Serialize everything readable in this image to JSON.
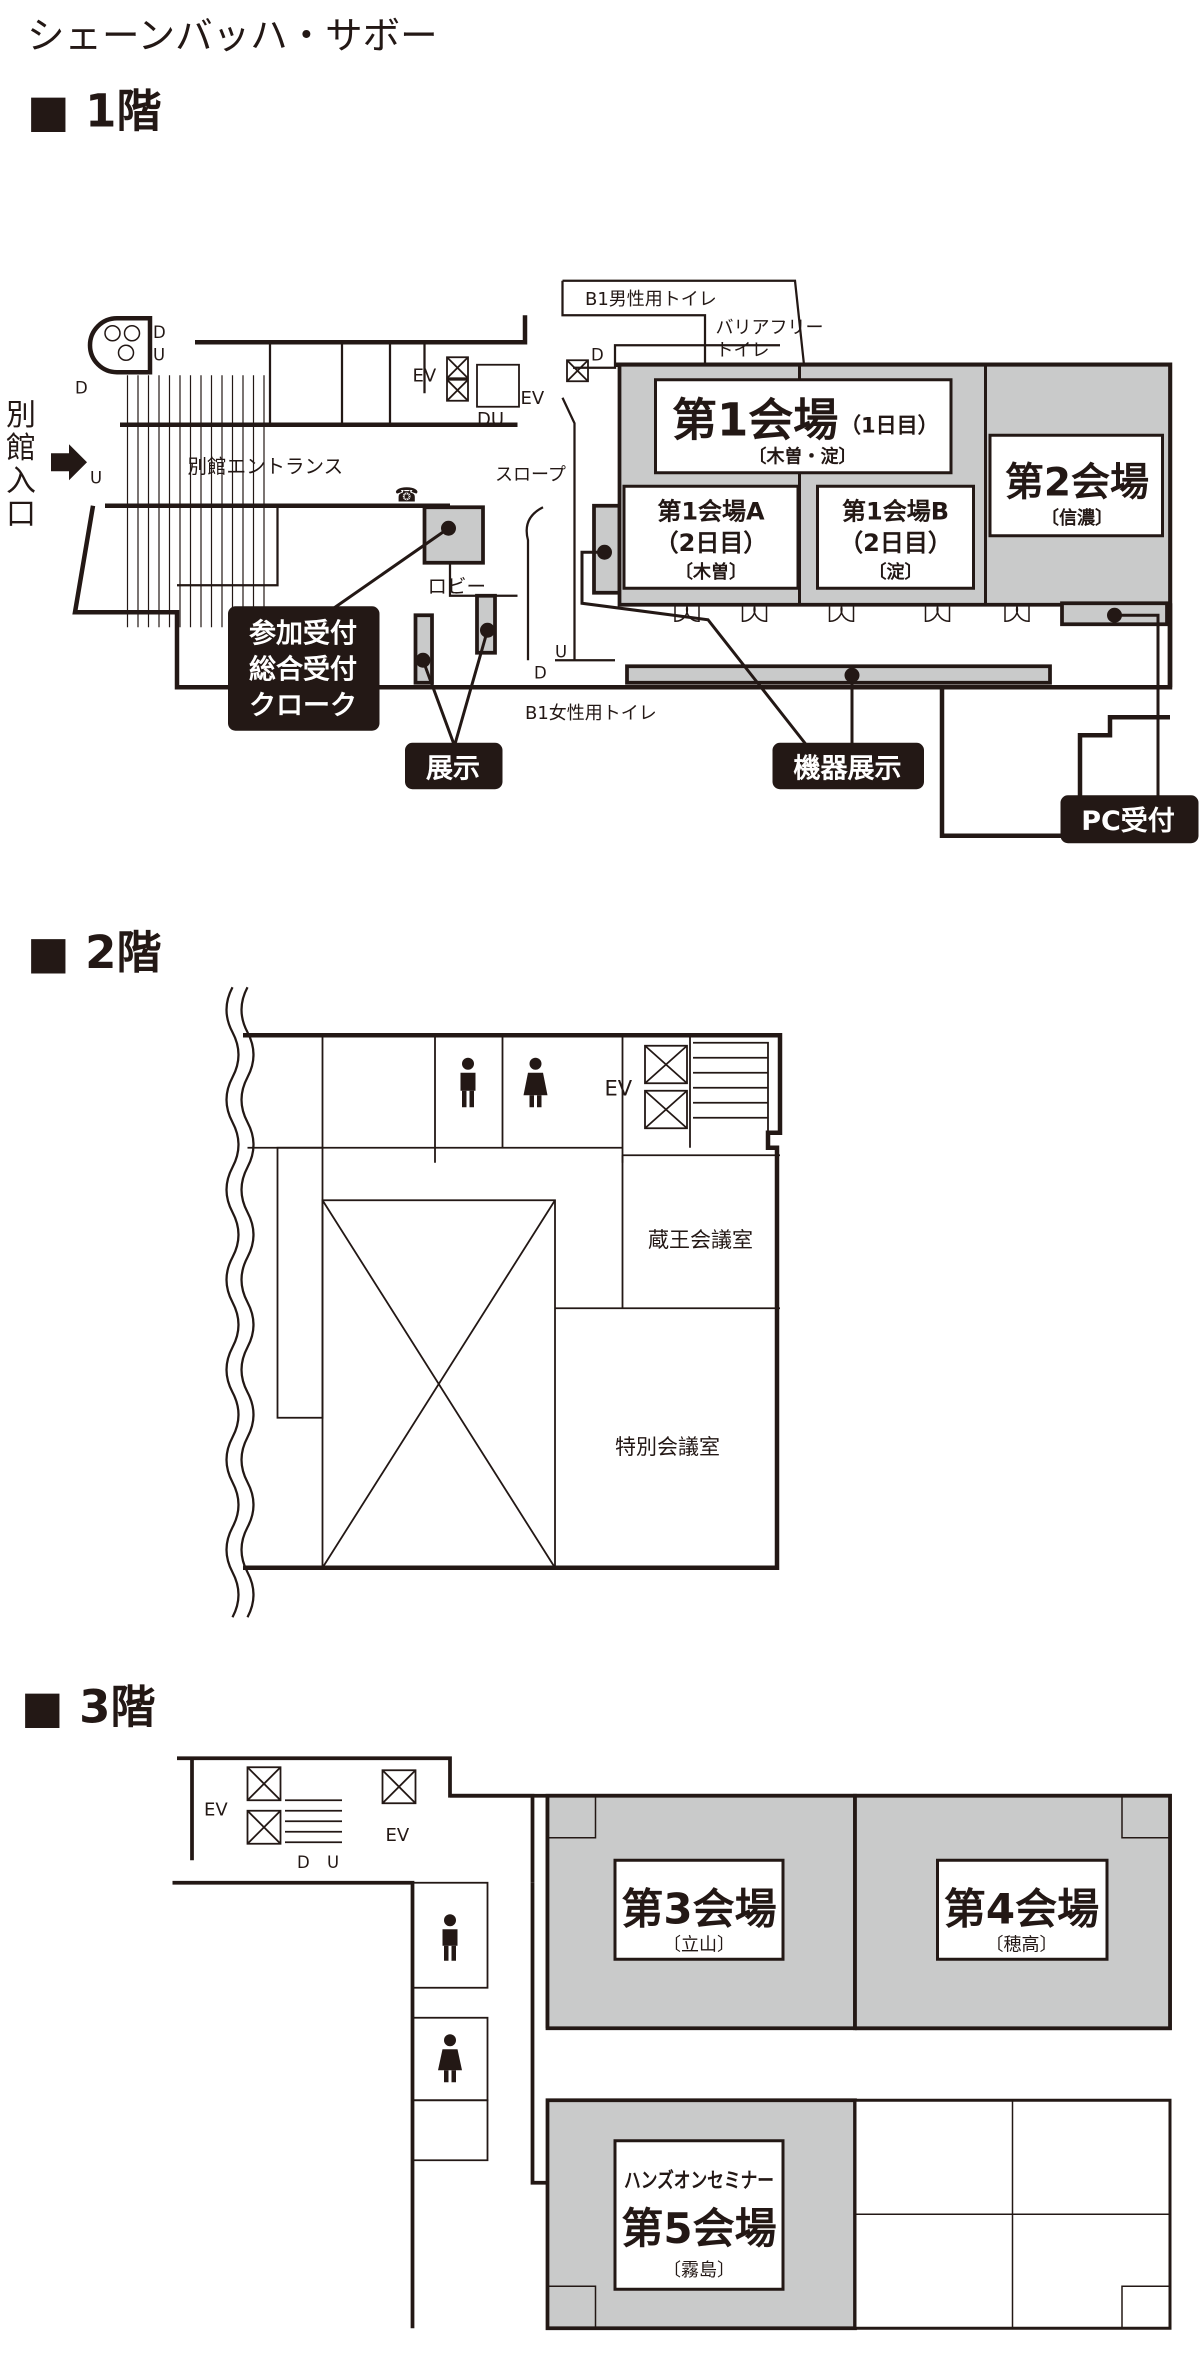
{
  "title": "シェーンバッハ・サボー",
  "colors": {
    "ink": "#231815",
    "room": "#c9caca",
    "callout": "#231815"
  },
  "floor1": {
    "heading": "■ 1階",
    "annex_entrance_vertical": [
      "別",
      "館",
      "入",
      "口"
    ],
    "annex_entrance": "別館エントランス",
    "lobby": "ロビー",
    "slope": "スロープ",
    "ev": "EV",
    "du": "DU",
    "d": "D",
    "u": "U",
    "b1_mens": "B1男性用トイレ",
    "barrier_free": [
      "バリアフリー",
      "トイレ"
    ],
    "b1_womens": "B1女性用トイレ",
    "phone_icon": "telephone-icon",
    "room1": {
      "name": "第1会場",
      "day": "（1日目）",
      "sub": "〔木曽・淀〕"
    },
    "room1a": {
      "name": "第1会場A",
      "day": "（2日目）",
      "sub": "〔木曽〕"
    },
    "room1b": {
      "name": "第1会場B",
      "day": "（2日目）",
      "sub": "〔淀〕"
    },
    "room2": {
      "name": "第2会場",
      "sub": "〔信濃〕"
    },
    "callouts": {
      "reception": [
        "参加受付",
        "総合受付",
        "クローク"
      ],
      "exhibit": "展示",
      "equipment": "機器展示",
      "pc": "PC受付"
    }
  },
  "floor2": {
    "heading": "■ 2階",
    "ev": "EV",
    "zao": "蔵王会議室",
    "special": "特別会議室",
    "icons": [
      "male-toilet-icon",
      "female-toilet-icon"
    ]
  },
  "floor3": {
    "heading": "■ 3階",
    "ev": "EV",
    "d": "D",
    "u": "U",
    "room3": {
      "name": "第3会場",
      "sub": "〔立山〕"
    },
    "room4": {
      "name": "第4会場",
      "sub": "〔穂高〕"
    },
    "room5": {
      "pre": "ハンズオンセミナー",
      "name": "第5会場",
      "sub": "〔霧島〕"
    }
  }
}
